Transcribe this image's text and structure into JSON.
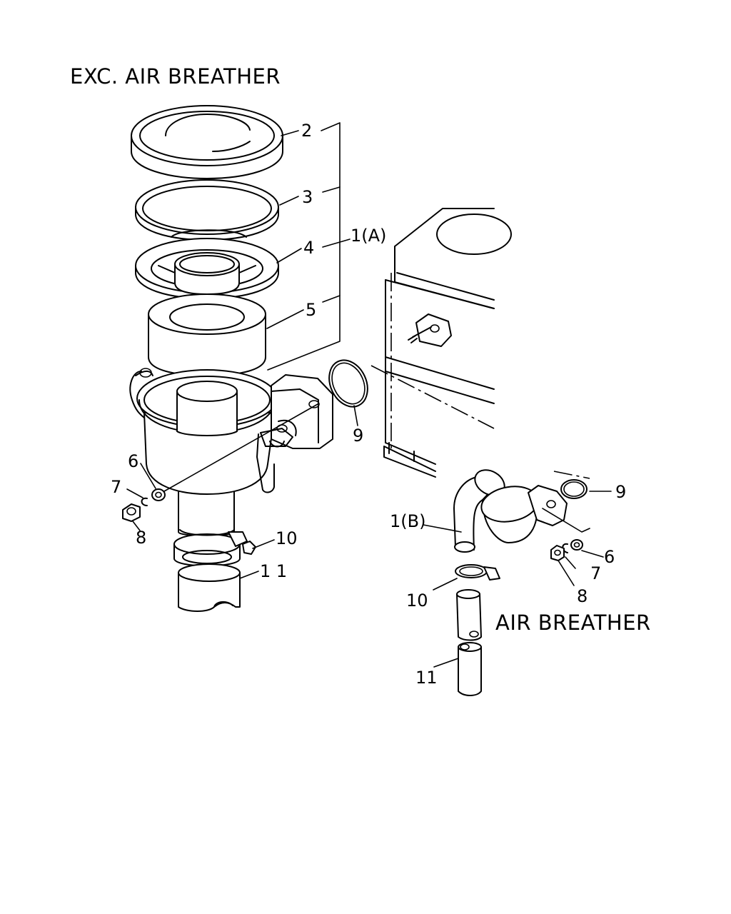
{
  "titles": {
    "exc_air_breather": "EXC. AIR BREATHER",
    "air_breather": "AIR BREATHER"
  },
  "callouts": {
    "c2": "2",
    "c3": "3",
    "c4": "4",
    "c1a": "1(A)",
    "c5": "5",
    "c9_left": "9",
    "c6_left": "6",
    "c7_left": "7",
    "c8_left": "8",
    "c10_left": "10",
    "c11_left": "1 1",
    "c9_right": "9",
    "c1b": "1(B)",
    "c6_right": "6",
    "c7_right": "7",
    "c8_right": "8",
    "c10_right": "10",
    "c11_right": "11"
  }
}
